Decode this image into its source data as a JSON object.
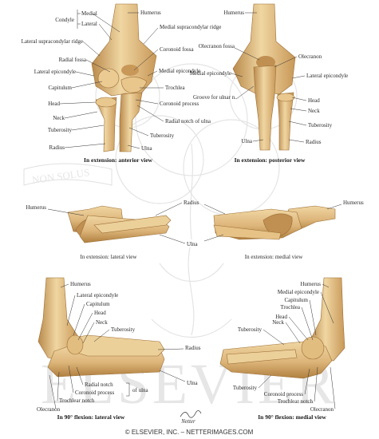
{
  "watermarks": {
    "motto": "NON SOLUS",
    "brand": "ELSEVIER"
  },
  "panels": [
    {
      "name": "anterior-view",
      "caption": "In extension: anterior view"
    },
    {
      "name": "posterior-view",
      "caption": "In extension: posterior view"
    },
    {
      "name": "lateral-extension-view",
      "caption": "In extension: lateral view"
    },
    {
      "name": "medial-extension-view",
      "caption": "In extension: medial view"
    },
    {
      "name": "lateral-flexion-view",
      "caption": "In 90° flexion: lateral view"
    },
    {
      "name": "medial-flexion-view",
      "caption": "In 90° flexion: medial view"
    }
  ],
  "labels": {
    "anterior": [
      "Condyle",
      "Medial",
      "Lateral",
      "Humerus",
      "Medial supracondylar ridge",
      "Lateral supracondylar ridge",
      "Coronoid fossa",
      "Radial fossa",
      "Lateral epicondyle",
      "Medial epicondyle",
      "Capitulum",
      "Trochlea",
      "Head",
      "Coronoid process",
      "Neck",
      "Radial notch of ulna",
      "Tuberosity",
      "Tuberosity",
      "Radius",
      "Ulna"
    ],
    "posterior": [
      "Humerus",
      "Olecranon fossa",
      "Olecranon",
      "Medial epicondyle",
      "Lateral epicondyle",
      "Groove for ulnar n.",
      "Head",
      "Neck",
      "Tuberosity",
      "Ulna",
      "Radius"
    ],
    "lateral_extension": [
      "Humerus",
      "Radius",
      "Ulna"
    ],
    "medial_extension": [
      "Humerus"
    ],
    "lateral_flexion": [
      "Humerus",
      "Lateral epicondyle",
      "Capitulum",
      "Head",
      "Neck",
      "Tuberosity",
      "Radius",
      "Ulna",
      "Radial notch",
      "Coronoid process",
      "Trochlear notch",
      "Olecranon",
      "of ulna"
    ],
    "medial_flexion": [
      "Humerus",
      "Medial epicondyle",
      "Capitulum",
      "Trochlea",
      "Head",
      "Neck",
      "Tuberosity",
      "Tuberosity",
      "Coronoid process",
      "Trochlear notch",
      "Olecranon"
    ]
  },
  "signature": "Netter",
  "copyright": "© ELSEVIER, INC. – NETTERIMAGES.COM",
  "colors": {
    "bone": "#ddb57a",
    "bone_light": "#f0d6a2",
    "bone_dark": "#b98a4c",
    "ink": "#2a2a2a",
    "watermark": "#e6e6e6"
  }
}
